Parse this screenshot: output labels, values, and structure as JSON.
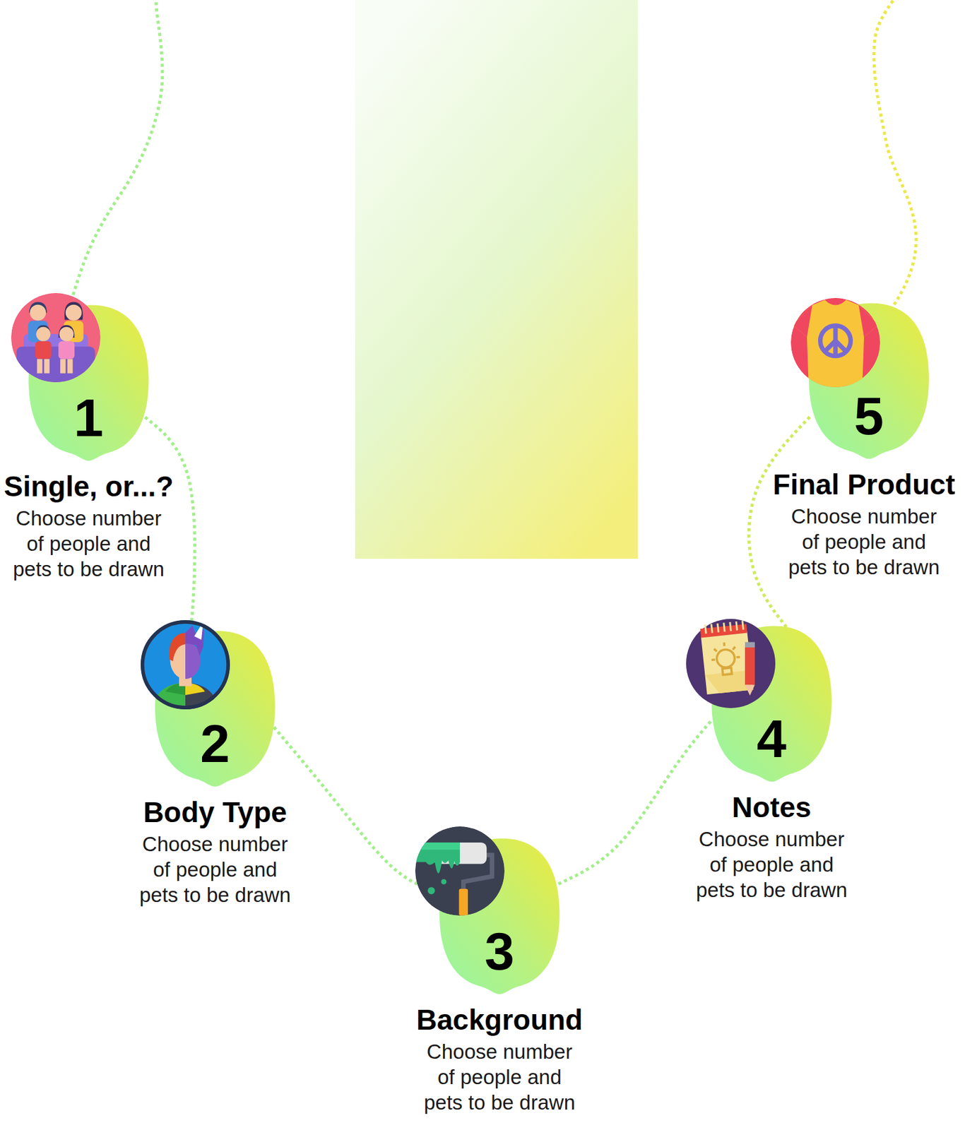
{
  "diagram": {
    "nodes": [
      {
        "text": [
          "1",
          "Single, or...?",
          "Choose number of people and pets to be drawn"
        ]
      },
      {
        "text": [
          "2",
          "Body Type",
          "Choose number of people and pets to be drawn"
        ]
      },
      {
        "text": [
          "3",
          "Background",
          "Choose number of people and pets to be drawn"
        ]
      },
      {
        "text": [
          "4",
          "Notes",
          "Choose number of people and pets to be drawn"
        ]
      },
      {
        "text": [
          "5",
          "Final Product",
          "Choose number of people and pets to be drawn"
        ]
      }
    ],
    "edges": [
      {
        "from": 0,
        "to": 1,
        "arrow": "none"
      },
      {
        "from": 1,
        "to": 2,
        "arrow": "none"
      },
      {
        "from": 2,
        "to": 3,
        "arrow": "none"
      },
      {
        "from": 3,
        "to": 4,
        "arrow": "none"
      }
    ]
  }
}
